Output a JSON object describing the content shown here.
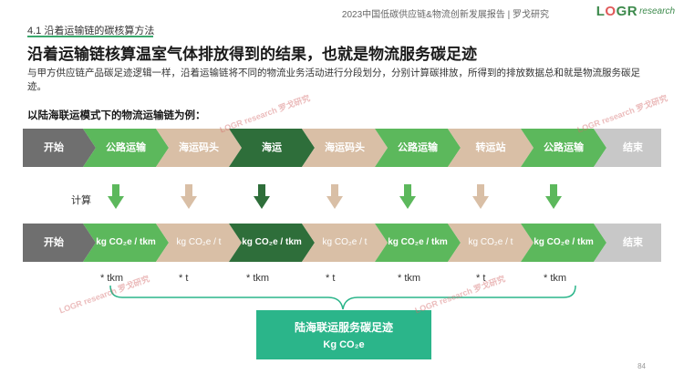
{
  "header": {
    "report_title": "2023中国低碳供应链&物流创新发展报告 | 罗戈研究",
    "logo_main": "LOGR",
    "logo_sub": "research"
  },
  "section_title": "4.1 沿着运输链的碳核算方法",
  "main_title": "沿着运输链核算温室气体排放得到的结果，也就是物流服务碳足迹",
  "intro_text": "与甲方供应链产品碳足迹逻辑一样，沿着运输链将不同的物流业务活动进行分段划分，分别计算碳排放，所得到的排放数据总和就是物流服务碳足迹。",
  "example_label": "以陆海联运模式下的物流运输链为例：",
  "chain_labels": [
    "开始",
    "公路运输",
    "海运码头",
    "海运",
    "海运码头",
    "公路运输",
    "转运站",
    "公路运输",
    "结束"
  ],
  "calc_label": "计算",
  "factor_labels": [
    "开始",
    "kg CO₂e / tkm",
    "kg CO₂e / t",
    "kg CO₂e / tkm",
    "kg CO₂e / t",
    "kg CO₂e / tkm",
    "kg CO₂e / t",
    "kg CO₂e / tkm",
    "结束"
  ],
  "multipliers": [
    "* tkm",
    "* t",
    "* tkm",
    "* t",
    "* tkm",
    "* t",
    "* tkm"
  ],
  "result": {
    "title": "陆海联运服务碳足迹",
    "unit": "Kg CO₂e"
  },
  "page_number": "84",
  "watermark": "LOGR research 罗戈研究",
  "colors": {
    "road": "#5cb85c",
    "terminal": "#d9bfa6",
    "sea": "#2e6e3a",
    "start": "#6f6f6f",
    "end": "#c8c8c8",
    "result": "#2bb58a"
  }
}
